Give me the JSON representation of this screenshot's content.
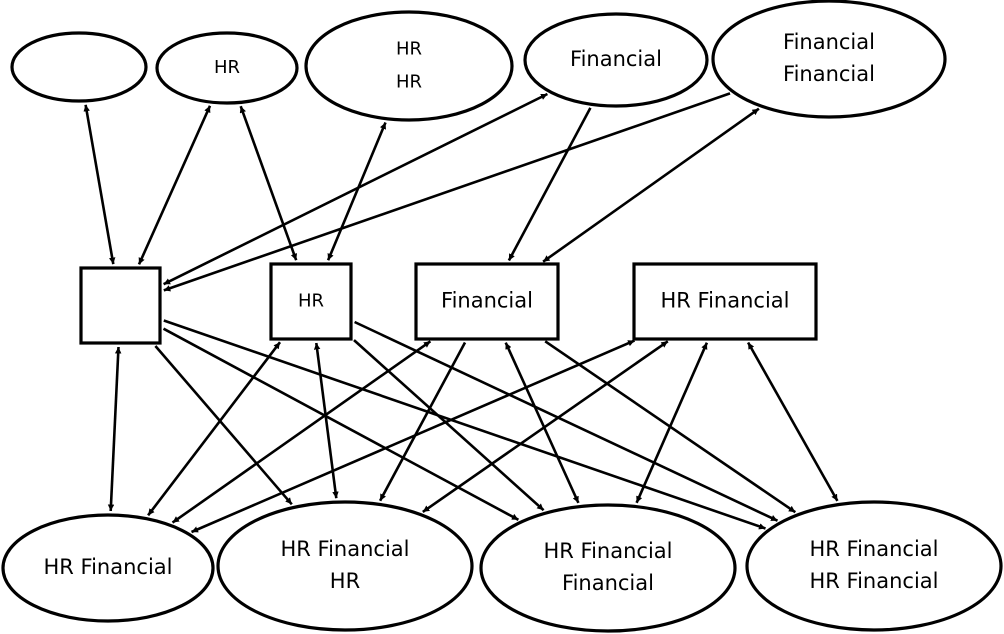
{
  "colors": {
    "stroke": "#000000",
    "fill": "#ffffff"
  },
  "nodes": {
    "top_1": {
      "lines": []
    },
    "top_2": {
      "lines": [
        "HR"
      ]
    },
    "top_3": {
      "lines": [
        "HR",
        "HR"
      ]
    },
    "top_4": {
      "lines": [
        "Financial"
      ]
    },
    "top_5": {
      "lines": [
        "Financial",
        "Financial"
      ]
    },
    "mid_1": {
      "lines": []
    },
    "mid_2": {
      "lines": [
        "HR"
      ]
    },
    "mid_3": {
      "lines": [
        "Financial"
      ]
    },
    "mid_4": {
      "lines": [
        "HR Financial"
      ]
    },
    "bot_1": {
      "lines": [
        "HR Financial"
      ]
    },
    "bot_2": {
      "lines": [
        "HR Financial",
        "HR"
      ]
    },
    "bot_3": {
      "lines": [
        "HR Financial",
        "Financial"
      ]
    },
    "bot_4": {
      "lines": [
        "HR Financial",
        "HR Financial"
      ]
    }
  },
  "edges": [
    {
      "from": "top_1",
      "to": "mid_1",
      "arrows": "both"
    },
    {
      "from": "top_2",
      "to": "mid_1",
      "arrows": "both"
    },
    {
      "from": "top_2",
      "to": "mid_2",
      "arrows": "both"
    },
    {
      "from": "top_3",
      "to": "mid_2",
      "arrows": "both"
    },
    {
      "from": "top_4",
      "to": "mid_1",
      "arrows": "both"
    },
    {
      "from": "top_5",
      "to": "mid_1",
      "arrows": "end"
    },
    {
      "from": "top_4",
      "to": "mid_3",
      "arrows": "end"
    },
    {
      "from": "top_5",
      "to": "mid_3",
      "arrows": "both"
    },
    {
      "from": "mid_1",
      "to": "bot_1",
      "arrows": "both"
    },
    {
      "from": "mid_1",
      "to": "bot_2",
      "arrows": "end"
    },
    {
      "from": "mid_1",
      "to": "bot_3",
      "arrows": "end"
    },
    {
      "from": "mid_1",
      "to": "bot_4",
      "arrows": "end"
    },
    {
      "from": "mid_2",
      "to": "bot_1",
      "arrows": "both"
    },
    {
      "from": "mid_2",
      "to": "bot_2",
      "arrows": "both"
    },
    {
      "from": "mid_2",
      "to": "bot_3",
      "arrows": "end"
    },
    {
      "from": "mid_2",
      "to": "bot_4",
      "arrows": "end"
    },
    {
      "from": "mid_3",
      "to": "bot_1",
      "arrows": "both"
    },
    {
      "from": "mid_3",
      "to": "bot_2",
      "arrows": "end"
    },
    {
      "from": "mid_3",
      "to": "bot_3",
      "arrows": "both"
    },
    {
      "from": "mid_3",
      "to": "bot_4",
      "arrows": "end"
    },
    {
      "from": "mid_4",
      "to": "bot_1",
      "arrows": "both"
    },
    {
      "from": "mid_4",
      "to": "bot_2",
      "arrows": "both"
    },
    {
      "from": "mid_4",
      "to": "bot_3",
      "arrows": "both"
    },
    {
      "from": "mid_4",
      "to": "bot_4",
      "arrows": "both"
    }
  ]
}
